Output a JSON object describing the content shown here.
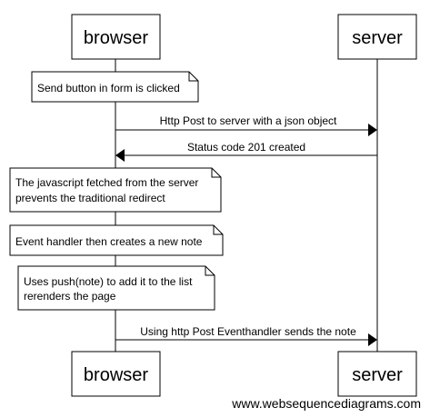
{
  "participants": {
    "browser": "browser",
    "server": "server"
  },
  "notes": [
    {
      "lines": [
        "Send button in form is clicked"
      ]
    },
    {
      "lines": [
        "The javascript fetched from the server",
        "prevents the traditional redirect"
      ]
    },
    {
      "lines": [
        "Event handler then creates a new note"
      ]
    },
    {
      "lines": [
        "Uses push(note) to add it to the list",
        "rerenders the page"
      ]
    }
  ],
  "messages": [
    {
      "from": "browser",
      "to": "server",
      "label": "Http Post to server with a json object"
    },
    {
      "from": "server",
      "to": "browser",
      "label": "Status code 201 created"
    },
    {
      "from": "browser",
      "to": "server",
      "label": "Using http Post Eventhandler sends the note"
    }
  ],
  "watermark": "www.websequencediagrams.com",
  "colors": {
    "line": "#000000",
    "background": "#ffffff"
  }
}
